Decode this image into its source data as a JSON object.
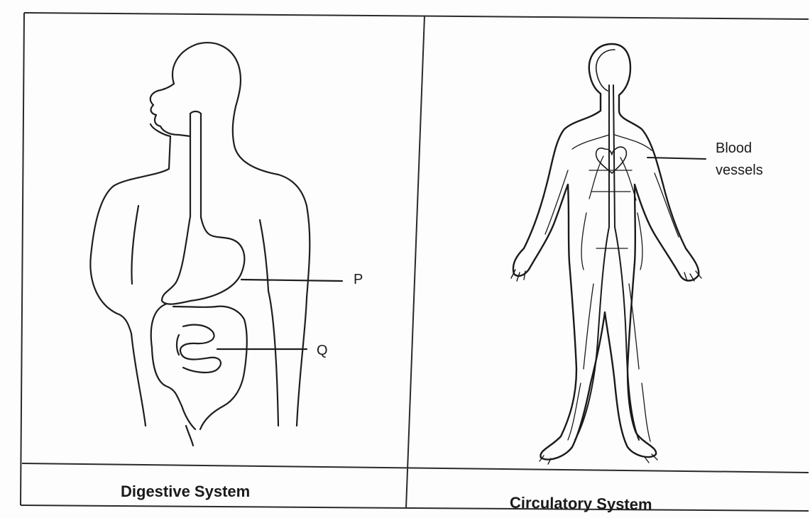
{
  "panels": [
    {
      "title": "Digestive System"
    },
    {
      "title": "Circulatory System"
    }
  ],
  "labels": {
    "p": "P",
    "q": "Q",
    "blood_vessels_line1": "Blood",
    "blood_vessels_line2": "vessels"
  }
}
